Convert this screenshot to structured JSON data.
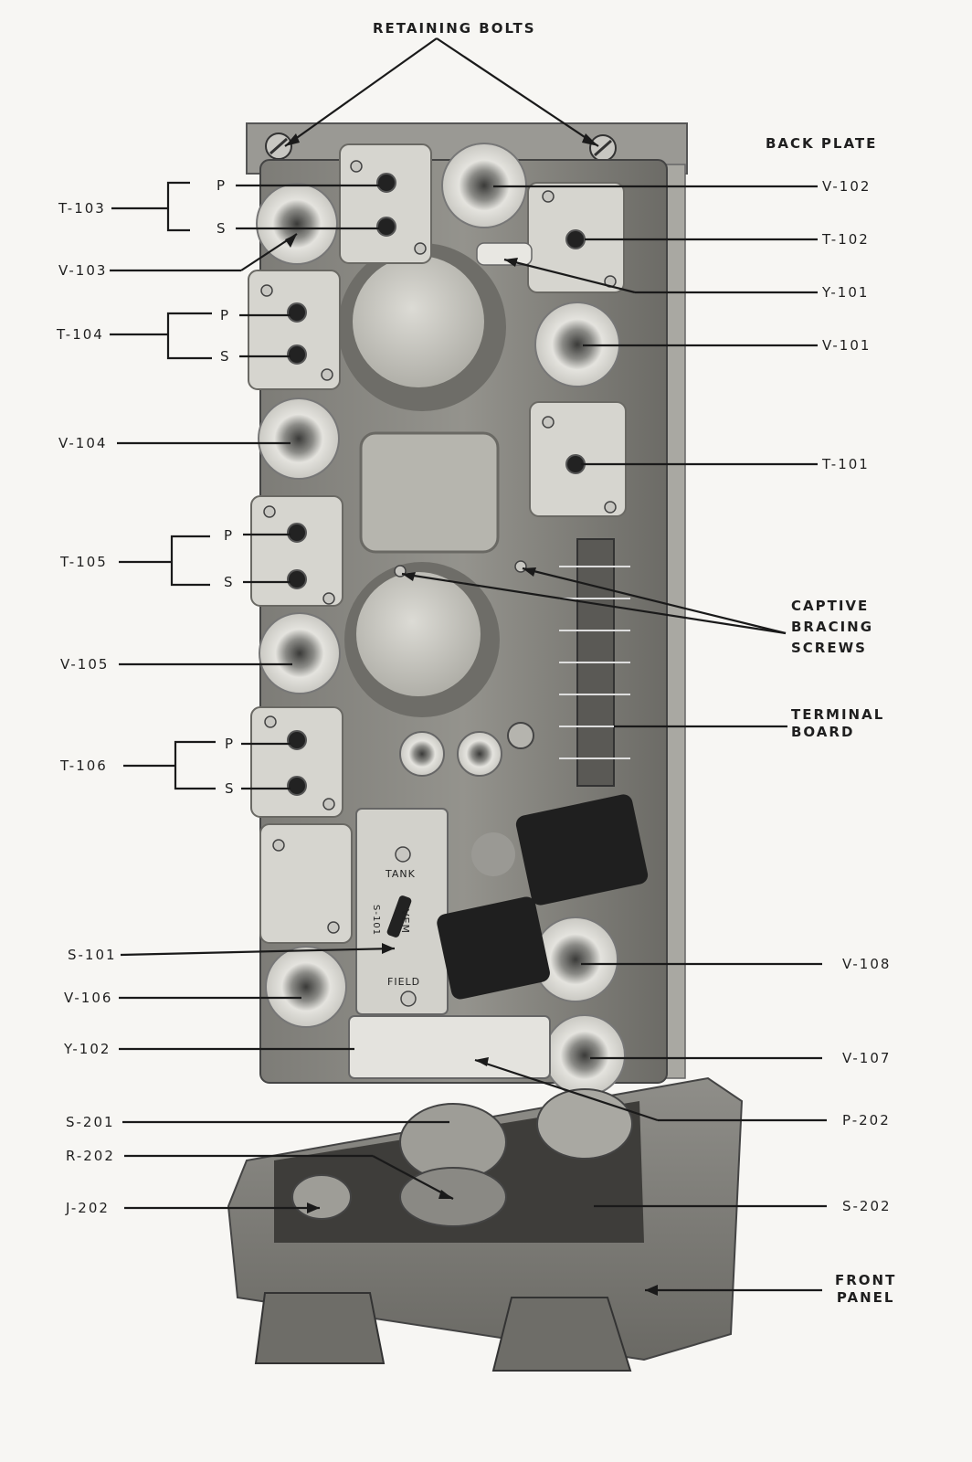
{
  "labels": {
    "retaining_bolts": "RETAINING BOLTS",
    "back_plate": "BACK PLATE",
    "t103": "T-103",
    "v103": "V-103",
    "t104": "T-104",
    "v104": "V-104",
    "t105": "T-105",
    "v105": "V-105",
    "t106": "T-106",
    "s101": "S-101",
    "v106": "V-106",
    "y102": "Y-102",
    "s201": "S-201",
    "r202": "R-202",
    "j202": "J-202",
    "v102": "V-102",
    "t102": "T-102",
    "y101": "Y-101",
    "v101": "V-101",
    "t101": "T-101",
    "captive_1": "CAPTIVE",
    "captive_2": "BRACING",
    "captive_3": "SCREWS",
    "terminal_1": "TERMINAL",
    "terminal_2": "BOARD",
    "v108": "V-108",
    "v107": "V-107",
    "p202": "P-202",
    "s202": "S-202",
    "front_1": "FRONT",
    "front_2": "PANEL",
    "p": "P",
    "s": "S",
    "tank": "TANK",
    "vem": "VEM",
    "field": "FIELD",
    "s101_panel": "S-101"
  }
}
